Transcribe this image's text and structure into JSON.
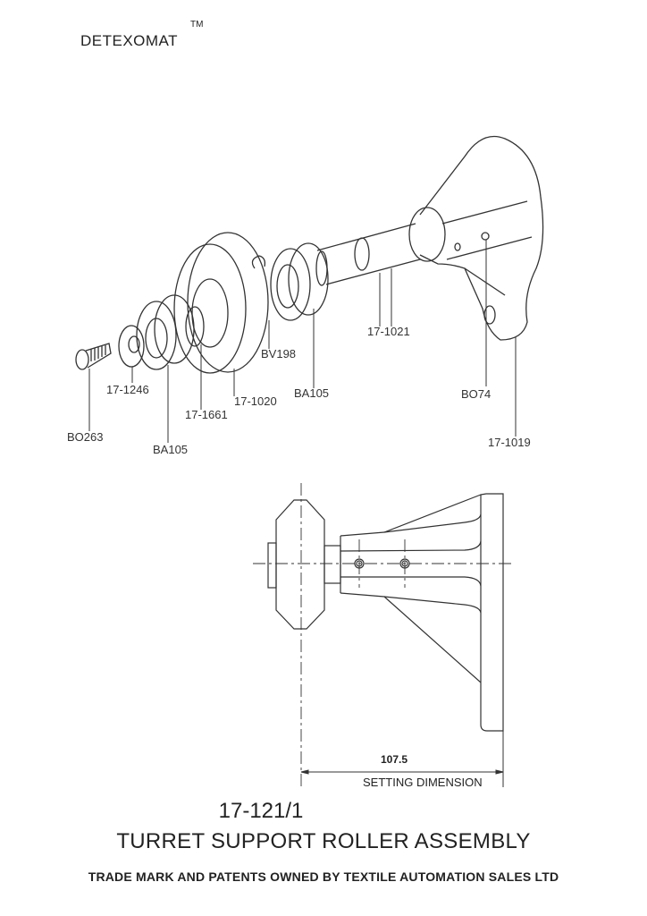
{
  "header": {
    "brand": "DETEXOMAT",
    "trademark": "TM"
  },
  "exploded_view": {
    "callouts": [
      "17-1021",
      "BV198",
      "BA105",
      "17-1246",
      "17-1020",
      "17-1661",
      "BO74",
      "BO263",
      "BA105",
      "17-1019"
    ]
  },
  "side_view": {
    "dimension_value": "107.5",
    "dimension_label": "SETTING DIMENSION"
  },
  "footer": {
    "part_number": "17-121/1",
    "title": "TURRET SUPPORT ROLLER ASSEMBLY",
    "trademark_notice": "TRADE MARK AND PATENTS OWNED BY TEXTILE AUTOMATION SALES LTD"
  }
}
